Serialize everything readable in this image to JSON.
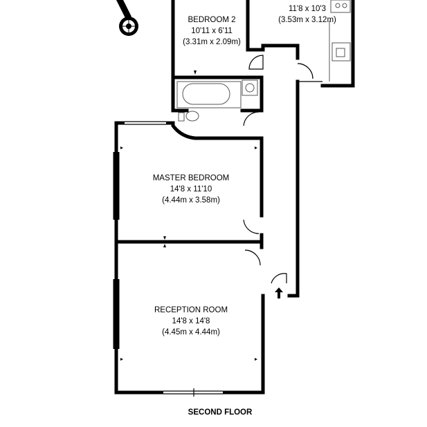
{
  "floor_label": "SECOND FLOOR",
  "rooms": [
    {
      "id": "bedroom-2",
      "name": "BEDROOM 2",
      "imperial": "10'11 x 6'11",
      "metric": "(3.31m x 2.09m)"
    },
    {
      "id": "kitchen",
      "name": "",
      "imperial": "11'8 x 10'3",
      "metric": "(3.53m x 3.12m)"
    },
    {
      "id": "master-bedroom",
      "name": "MASTER BEDROOM",
      "imperial": "14'8 x 11'10",
      "metric": "(4.44m x 3.58m)"
    },
    {
      "id": "reception-room",
      "name": "RECEPTION ROOM",
      "imperial": "14'8 x 14'8",
      "metric": "(4.45m x 4.44m)"
    }
  ],
  "icons": {
    "compass": "compass-icon",
    "entrance": "entrance-arrow-icon"
  },
  "colors": {
    "walls": "#000000",
    "background": "#ffffff"
  }
}
